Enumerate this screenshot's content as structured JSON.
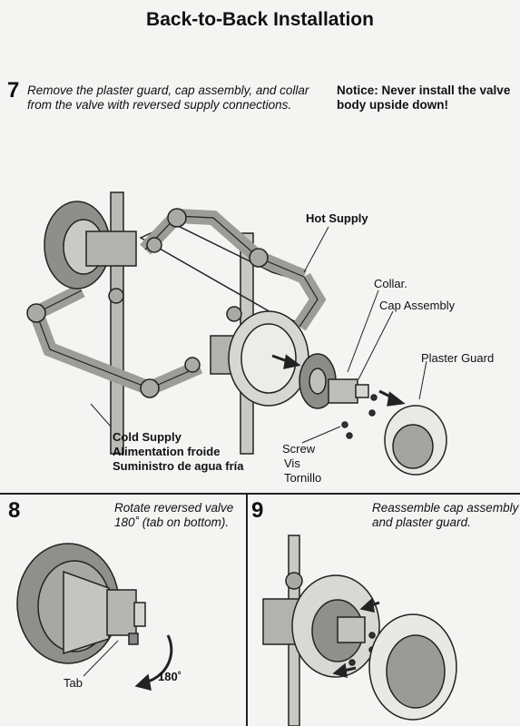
{
  "title": "Back-to-Back Installation",
  "step7": {
    "number": "7",
    "instruction_line1": "Remove the plaster guard, cap assembly, and collar",
    "instruction_line2": "from the valve with reversed supply connections.",
    "notice_line1": "Notice: Never install the valve",
    "notice_line2": "body upside down!",
    "labels": {
      "hot_supply": "Hot Supply",
      "collar": "Collar.",
      "cap_assembly": "Cap Assembly",
      "plaster_guard": "Plaster Guard",
      "cold_supply_en": "Cold Supply",
      "cold_supply_fr": "Alimentation froide",
      "cold_supply_es": "Suministro de agua fría",
      "screw_en": "Screw",
      "screw_fr": "Vis",
      "screw_es": "Tornillo"
    }
  },
  "step8": {
    "number": "8",
    "instruction_line1": "Rotate reversed valve",
    "instruction_line2": "180˚ (tab on bottom).",
    "tab_label": "Tab",
    "angle_label": "180˚"
  },
  "step9": {
    "number": "9",
    "instruction_line1": "Reassemble cap assembly",
    "instruction_line2": "and plaster guard."
  }
}
